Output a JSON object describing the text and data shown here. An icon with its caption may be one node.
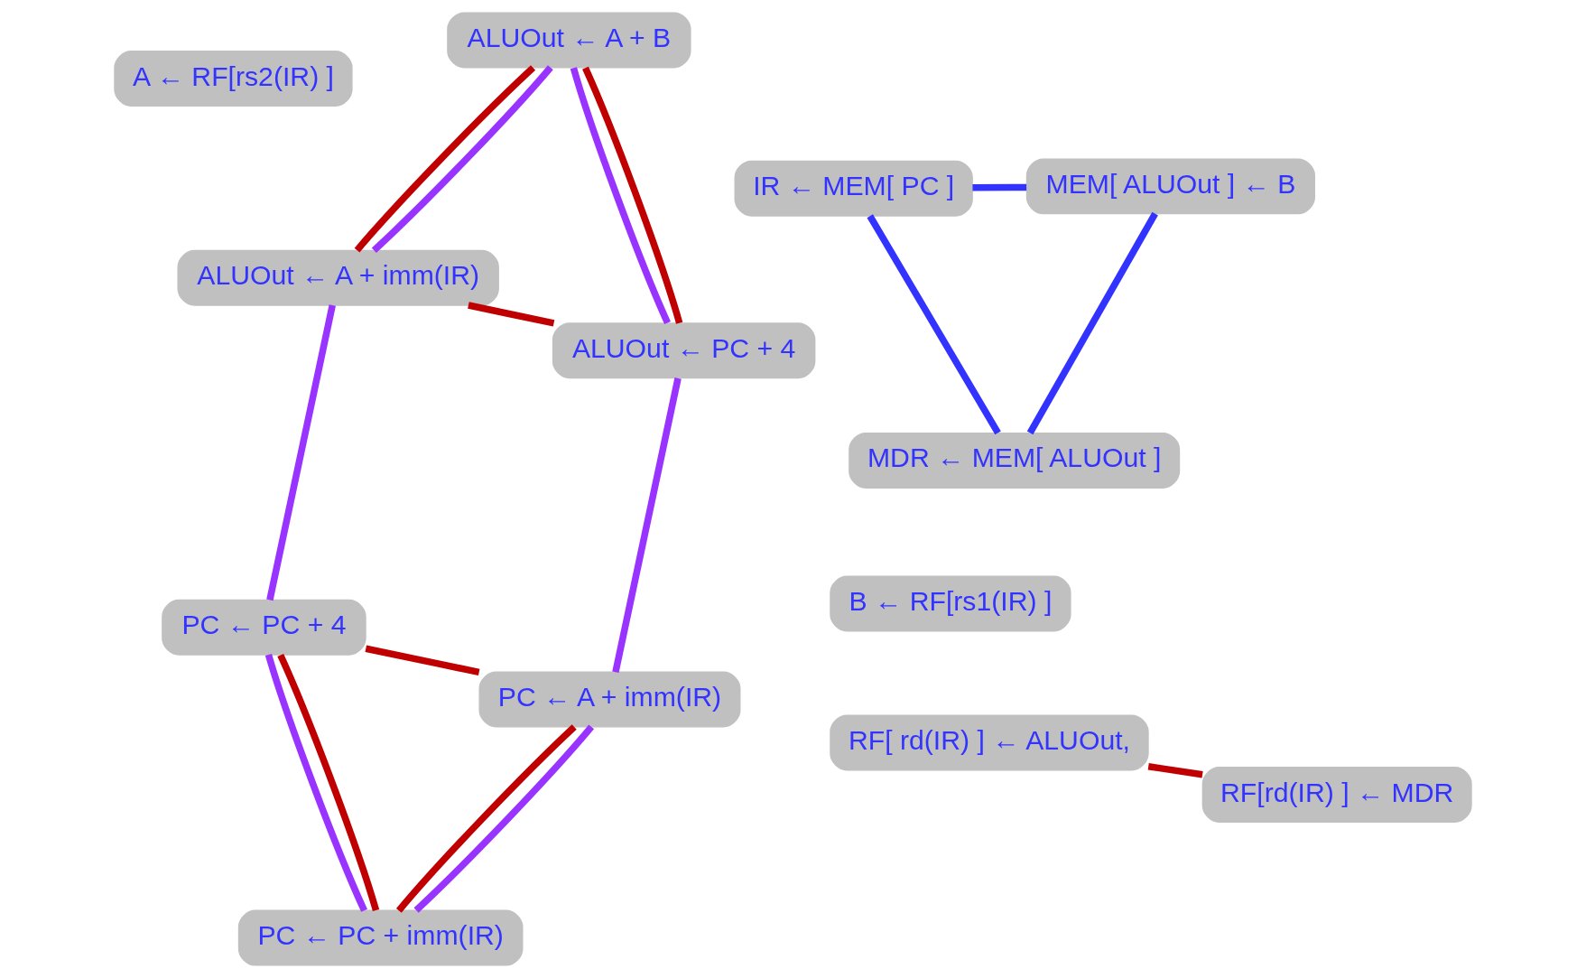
{
  "diagram": {
    "nodes": [
      {
        "text": [
          "PC ← PC + 4"
        ]
      },
      {
        "text": [
          "PC ← PC + imm(IR)"
        ]
      },
      {
        "text": [
          "PC ← A + imm(IR)"
        ]
      },
      {
        "text": [
          "IR ← MEM[ PC ]"
        ]
      },
      {
        "text": [
          "B ← RF[rs1(IR) ]"
        ]
      },
      {
        "text": [
          "A ← RF[rs2(IR) ]"
        ]
      },
      {
        "text": [
          "MEM[ ALUOut ] ← B"
        ]
      },
      {
        "text": [
          "RF[ rd(IR) ] ← ALUOut,"
        ]
      },
      {
        "text": [
          "RF[rd(IR) ] ← MDR"
        ]
      },
      {
        "text": [
          "ALUOut ← A + imm(IR)"
        ]
      },
      {
        "text": [
          "ALUOut ← A + B"
        ]
      },
      {
        "text": [
          "ALUOut ← PC + 4"
        ]
      },
      {
        "text": [
          "MDR ← MEM[ ALUOut ]"
        ]
      }
    ],
    "edges": [
      {
        "from": 0,
        "to": 2,
        "arrow": "none",
        "color": "#c00000"
      },
      {
        "from": 0,
        "to": 1,
        "arrow": "none",
        "color": "#c00000"
      },
      {
        "from": 1,
        "to": 2,
        "arrow": "none",
        "color": "#c00000"
      },
      {
        "from": 7,
        "to": 8,
        "arrow": "none",
        "color": "#c00000"
      },
      {
        "from": 9,
        "to": 10,
        "arrow": "none",
        "color": "#c00000"
      },
      {
        "from": 9,
        "to": 11,
        "arrow": "none",
        "color": "#c00000"
      },
      {
        "from": 10,
        "to": 11,
        "arrow": "none",
        "color": "#c00000"
      },
      {
        "from": 0,
        "to": 1,
        "arrow": "none",
        "color": "#9933ff"
      },
      {
        "from": 1,
        "to": 2,
        "arrow": "none",
        "color": "#9933ff"
      },
      {
        "from": 0,
        "to": 9,
        "arrow": "none",
        "color": "#9933ff"
      },
      {
        "from": 2,
        "to": 11,
        "arrow": "none",
        "color": "#9933ff"
      },
      {
        "from": 9,
        "to": 10,
        "arrow": "none",
        "color": "#9933ff"
      },
      {
        "from": 10,
        "to": 11,
        "arrow": "none",
        "color": "#9933ff"
      },
      {
        "from": 3,
        "to": 6,
        "arrow": "none",
        "color": "#3333ff"
      },
      {
        "from": 3,
        "to": 12,
        "arrow": "none",
        "color": "#3333ff"
      },
      {
        "from": 6,
        "to": 12,
        "arrow": "none",
        "color": "#3333ff"
      }
    ]
  }
}
